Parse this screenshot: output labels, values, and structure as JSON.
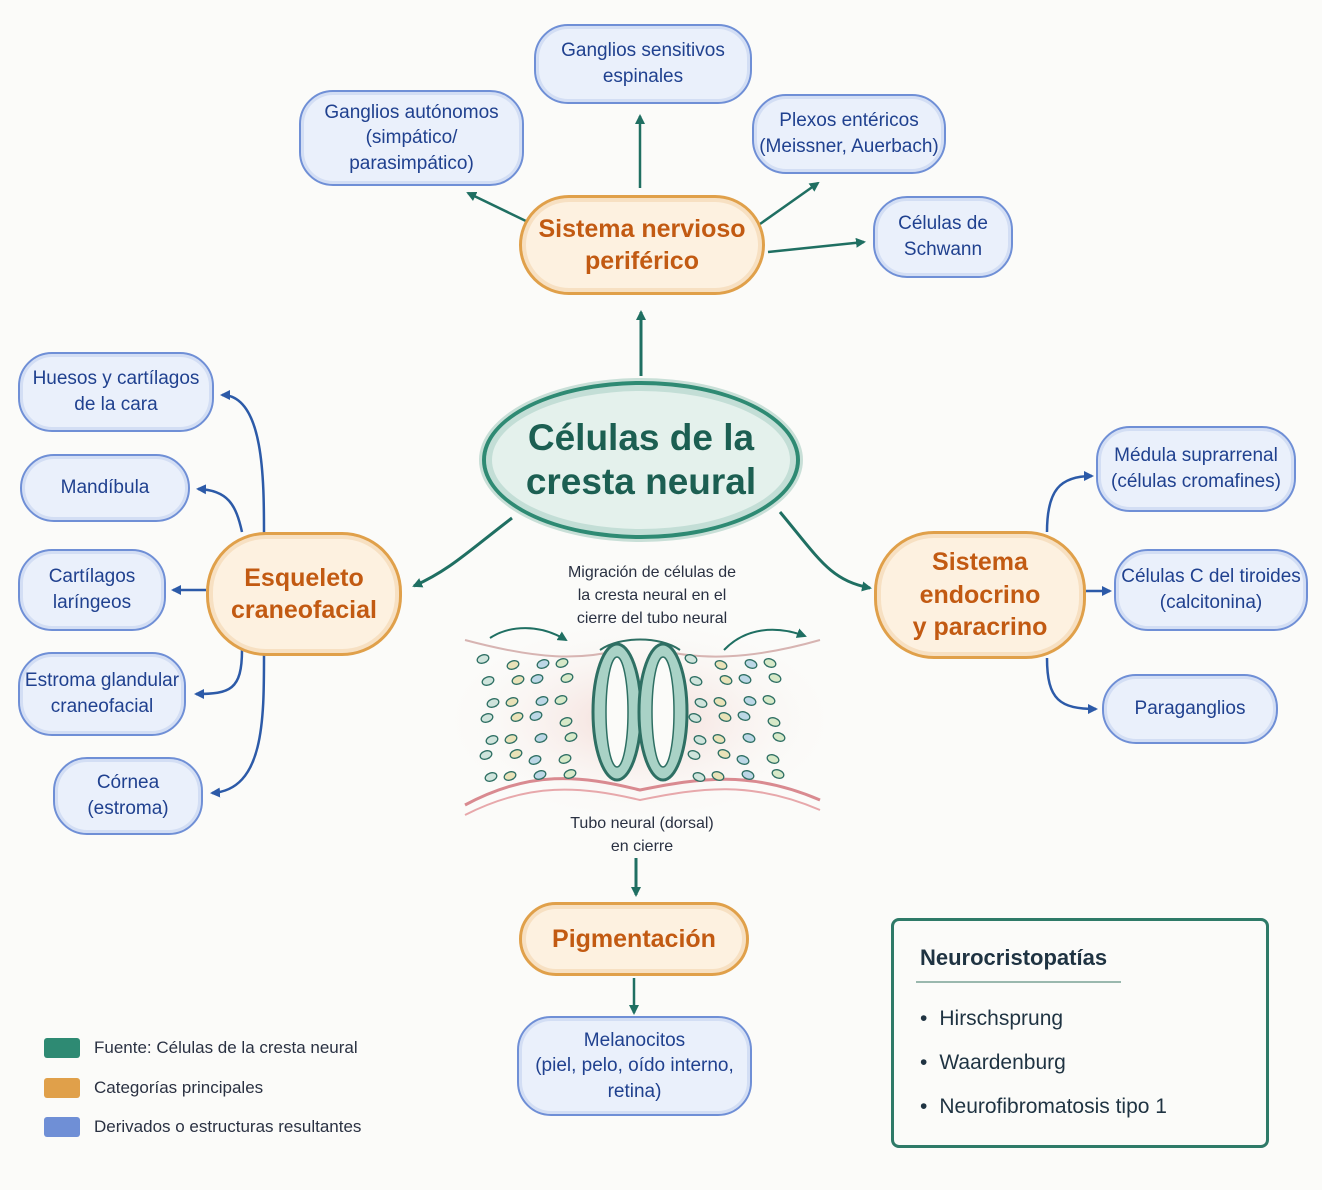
{
  "center": {
    "label": "Células de la\ncresta neural"
  },
  "categories": {
    "pns": "Sistema nervioso\nperiférico",
    "skeleton": "Esqueleto\ncraneofacial",
    "endocrine": "Sistema endocrino\ny paracrino",
    "pigment": "Pigmentación"
  },
  "derivatives": {
    "pns": [
      "Ganglios autónomos\n(simpático/\nparasimpático)",
      "Ganglios sensitivos\nespinales",
      "Plexos entéricos\n(Meissner, Auerbach)",
      "Células de\nSchwann"
    ],
    "skeleton": [
      "Huesos y cartílagos\nde la cara",
      "Mandíbula",
      "Cartílagos\nlaríngeos",
      "Estroma glandular\ncraneofacial",
      "Córnea\n(estroma)"
    ],
    "endocrine": [
      "Médula suprarrenal\n(células cromafines)",
      "Células C del tiroides\n(calcitonina)",
      "Paraganglios"
    ],
    "pigment": [
      "Melanocitos\n(piel, pelo, oído interno,\nretina)"
    ]
  },
  "illustration": {
    "top_caption": "Migración de células de\nla cresta neural en el\ncierre del tubo neural",
    "bottom_caption": "Tubo neural (dorsal)\nen cierre"
  },
  "legend": [
    {
      "label": "Fuente: Células de la cresta neural",
      "color": "#2e8a73"
    },
    {
      "label": "Categorías principales",
      "color": "#e0a04a"
    },
    {
      "label": "Derivados o estructuras resultantes",
      "color": "#6f8fd6"
    }
  ],
  "neurocristopathies": {
    "title": "Neurocristopatías",
    "items": [
      "Hirschsprung",
      "Waardenburg",
      "Neurofibromatosis tipo 1"
    ]
  },
  "colors": {
    "teal": "#2e8a73",
    "orange": "#e0a04a",
    "blue": "#3a63b8"
  }
}
